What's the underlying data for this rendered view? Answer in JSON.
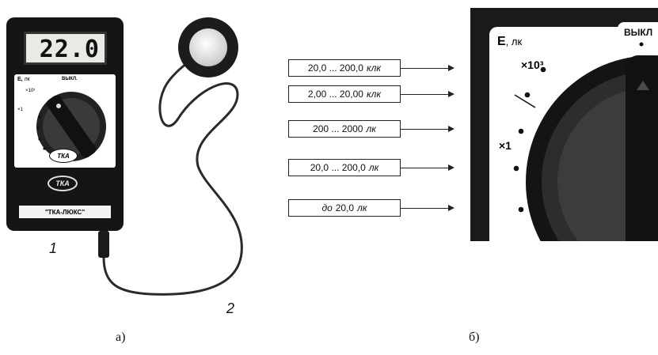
{
  "device": {
    "display_value": "22.0",
    "scale_label_E": "E",
    "scale_unit": "лк",
    "off_label": "ВЫКЛ.",
    "multiplier_large": "×10³",
    "multiplier_small": "×1",
    "logo_text": "ТКА",
    "brand_name": "\"ТКА-ЛЮКС\""
  },
  "labels": {
    "device_number": "1",
    "sensor_number": "2",
    "caption_a": "а)",
    "caption_b": "б)"
  },
  "ranges": [
    {
      "value": "20,0 ... 200,0",
      "unit": "клк"
    },
    {
      "value": "2,00 ... 20,00",
      "unit": "клк"
    },
    {
      "value": "200 ... 2000",
      "unit": "лк"
    },
    {
      "value": "20,0 ... 200,0",
      "unit": "лк"
    },
    {
      "prefix": "до",
      "value": "20,0",
      "unit": "лк"
    }
  ],
  "dial_detail": {
    "scale_label_E": "E",
    "scale_unit": ", лк",
    "off_label": "ВЫКЛ",
    "multiplier_large": "×10³",
    "multiplier_small": "×1"
  },
  "colors": {
    "device_body": "#1a1a1a",
    "lcd_bg": "#e9ece6",
    "cable": "#2a2a2a"
  }
}
